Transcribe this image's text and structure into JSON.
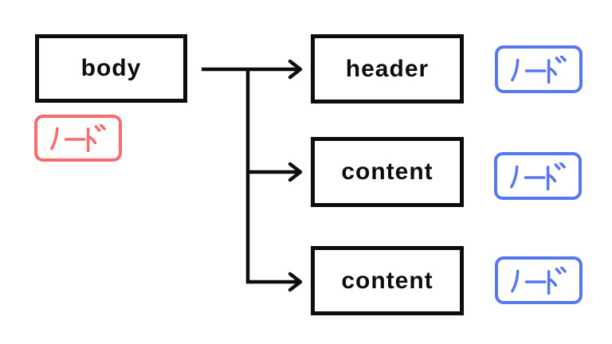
{
  "colors": {
    "background": "#ffffff",
    "box_border": "#0d0d0d",
    "arrow": "#0d0d0d",
    "red_badge": "#fa6a6a",
    "blue_badge": "#5577f0"
  },
  "nodes": [
    {
      "id": "body",
      "label": "body"
    },
    {
      "id": "header",
      "label": "header"
    },
    {
      "id": "content-1",
      "label": "content"
    },
    {
      "id": "content-2",
      "label": "content"
    }
  ],
  "badges": [
    {
      "for": "body",
      "label": "ノード",
      "style": "red"
    },
    {
      "for": "header",
      "label": "ノード",
      "style": "blue"
    },
    {
      "for": "content-1",
      "label": "ノード",
      "style": "blue"
    },
    {
      "for": "content-2",
      "label": "ノード",
      "style": "blue"
    }
  ],
  "edges": [
    {
      "from": "body",
      "to": "header"
    },
    {
      "from": "body",
      "to": "content-1"
    },
    {
      "from": "body",
      "to": "content-2"
    }
  ]
}
